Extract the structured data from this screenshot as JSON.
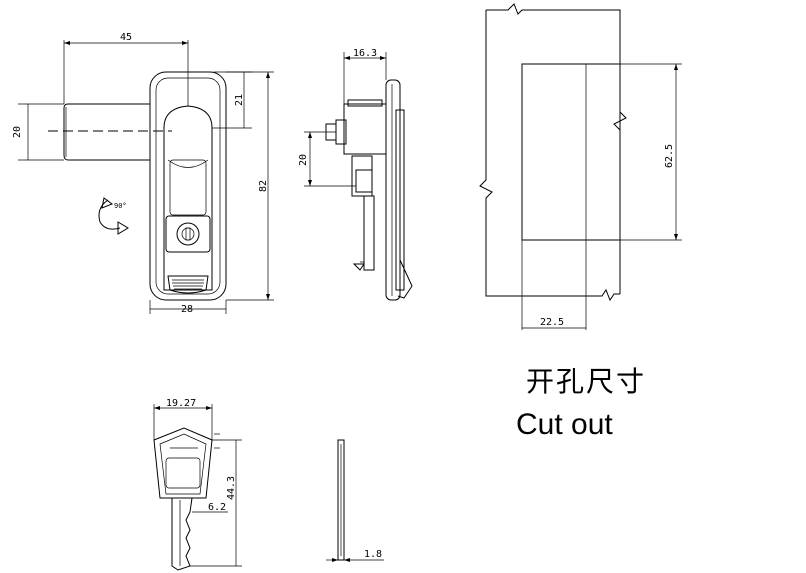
{
  "dimensions": {
    "handle_reach": "45",
    "handle_height_left": "20",
    "top_offset": "21",
    "total_height": "82",
    "body_width": "28",
    "rotation": "90°",
    "side_depth": "16.3",
    "side_offset": "20",
    "cutout_height": "62.5",
    "cutout_width": "22.5",
    "key_width": "19.27",
    "key_length": "44.3",
    "key_blade": "6.2",
    "key_thickness": "1.8"
  },
  "captions": {
    "cutout_cn": "开孔尺寸",
    "cutout_en": "Cut out"
  }
}
